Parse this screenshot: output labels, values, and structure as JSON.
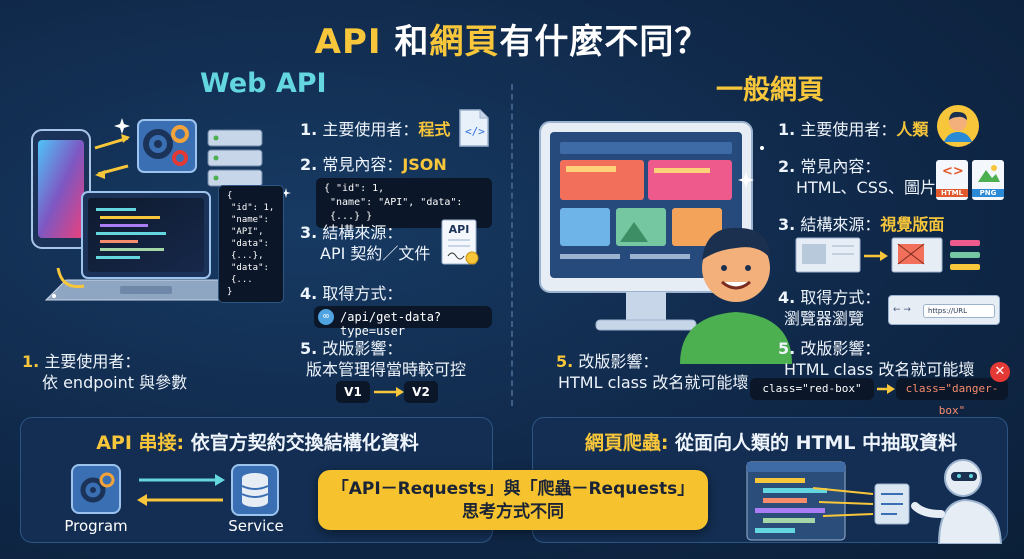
{
  "title": {
    "part1": "API",
    "part2": " 和",
    "part3": "網頁",
    "part4": "有什麼不同？"
  },
  "web_api": {
    "title": "Web API",
    "left_item": {
      "num": "1.",
      "label": "主要使用者：",
      "value": "依 endpoint 與參數"
    },
    "items": [
      {
        "num": "1.",
        "label": "主要使用者：",
        "value": "程式"
      },
      {
        "num": "2.",
        "label": "常見內容：",
        "value": "JSON"
      },
      {
        "num": "3.",
        "label": "結構來源：",
        "value": "API 契約／文件"
      },
      {
        "num": "4.",
        "label": "取得方式：",
        "value": ""
      },
      {
        "num": "5.",
        "label": "改版影響：",
        "value": "版本管理得當時較可控"
      }
    ],
    "json_snippet": {
      "line1": "{ \"id\": 1,",
      "line2": "\"name\": \"API\", \"data\": {...} }"
    },
    "laptop_code": {
      "l1": "{",
      "l2": "\"id\": 1,",
      "l3": "\"name\": \"API\",",
      "l4": "\"data\": {...},",
      "l5": "\"data\": {...",
      "l6": "}"
    },
    "doc_label": "API",
    "endpoint": "/api/get-data?type=user",
    "versions": {
      "from": "V1",
      "to": "V2"
    }
  },
  "web_page": {
    "title": "一般網頁",
    "items": [
      {
        "num": "1.",
        "label": "主要使用者：",
        "value": "人類"
      },
      {
        "num": "2.",
        "label": "常見內容：",
        "value": "HTML、CSS、圖片"
      },
      {
        "num": "3.",
        "label": "結構來源：",
        "value": "視覺版面"
      },
      {
        "num": "4.",
        "label": "取得方式：",
        "value": "瀏覽器瀏覽"
      },
      {
        "num": "5.",
        "label": "改版影響：",
        "value": "HTML class 改名就可能壞"
      }
    ],
    "left_item": {
      "num": "5.",
      "label": "改版影響：",
      "value": "HTML class 改名就可能壞"
    },
    "file_badges": {
      "html": "HTML",
      "png": "PNG"
    },
    "url": "https://URL",
    "class_change": {
      "from": "class=\"red-box\"",
      "to": "class=\"danger-box\""
    }
  },
  "bottom": {
    "api_panel": {
      "title_hl": "API 串接:",
      "title_rest": " 依官方契約交換結構化資料",
      "program": "Program",
      "service": "Service"
    },
    "scrape_panel": {
      "title_hl": "網頁爬蟲:",
      "title_rest": " 從面向人類的 HTML 中抽取資料"
    },
    "banner": {
      "line1": "「API－Requests」與「爬蟲－Requests」",
      "line2": "思考方式不同"
    }
  },
  "colors": {
    "accent_yellow": "#f7c63a",
    "accent_cyan": "#63d6e0",
    "background": "#10294a",
    "danger_red": "#e53935"
  }
}
